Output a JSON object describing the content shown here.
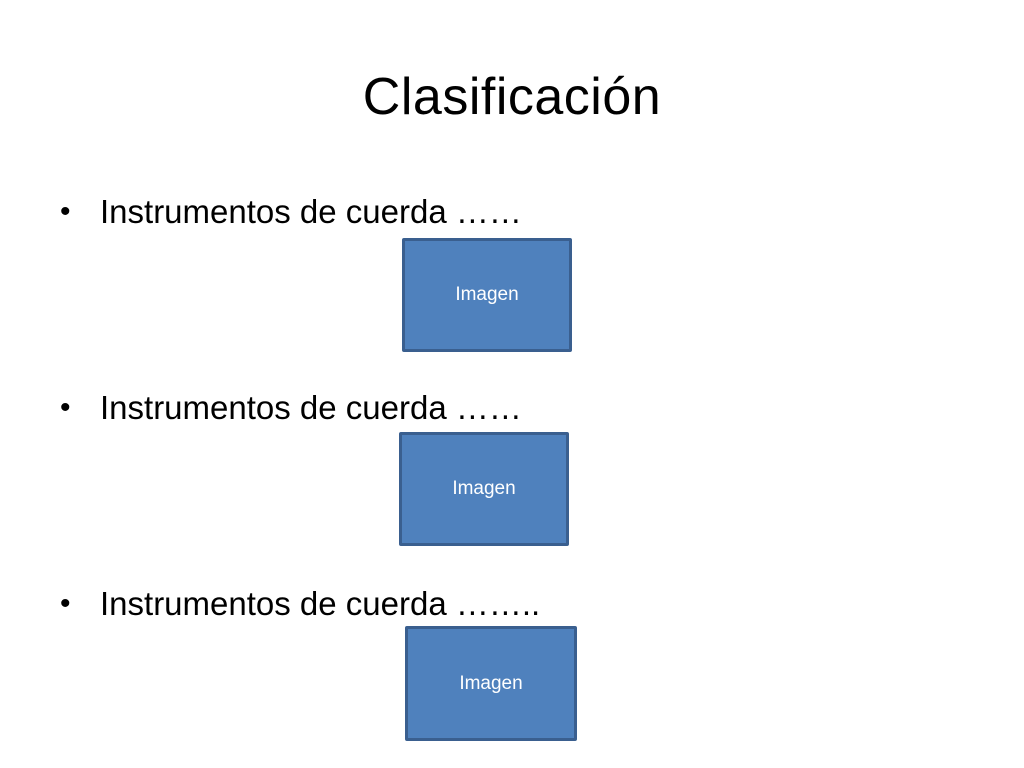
{
  "slide": {
    "title": "Clasificación",
    "bullet_symbol": "•",
    "bullets": [
      {
        "text": "Instrumentos de cuerda ……",
        "image_label": "Imagen"
      },
      {
        "text": "Instrumentos de cuerda ……",
        "image_label": "Imagen"
      },
      {
        "text": "Instrumentos de cuerda ……..",
        "image_label": "Imagen"
      }
    ],
    "colors": {
      "box_fill": "#4f81bd",
      "box_border": "#3a5f8f",
      "text": "#000000",
      "box_text": "#ffffff",
      "background": "#ffffff"
    }
  }
}
